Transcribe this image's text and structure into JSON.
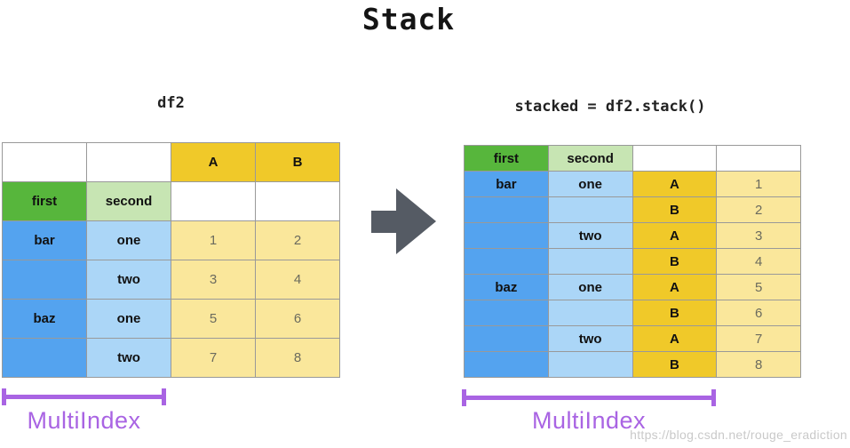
{
  "title": "Stack",
  "left_panel": {
    "label": "df2"
  },
  "right_panel": {
    "label": "stacked = df2.stack()"
  },
  "left_table": {
    "rows": [
      [
        {
          "t": "",
          "c": "white"
        },
        {
          "t": "",
          "c": "white"
        },
        {
          "t": "A",
          "c": "gold"
        },
        {
          "t": "B",
          "c": "gold"
        }
      ],
      [
        {
          "t": "first",
          "c": "green"
        },
        {
          "t": "second",
          "c": "lightgreen"
        },
        {
          "t": "",
          "c": "white"
        },
        {
          "t": "",
          "c": "white"
        }
      ],
      [
        {
          "t": "bar",
          "c": "blue"
        },
        {
          "t": "one",
          "c": "lightblue"
        },
        {
          "t": "1",
          "c": "yellow"
        },
        {
          "t": "2",
          "c": "yellow"
        }
      ],
      [
        {
          "t": "",
          "c": "blue"
        },
        {
          "t": "two",
          "c": "lightblue"
        },
        {
          "t": "3",
          "c": "yellow"
        },
        {
          "t": "4",
          "c": "yellow"
        }
      ],
      [
        {
          "t": "baz",
          "c": "blue"
        },
        {
          "t": "one",
          "c": "lightblue"
        },
        {
          "t": "5",
          "c": "yellow"
        },
        {
          "t": "6",
          "c": "yellow"
        }
      ],
      [
        {
          "t": "",
          "c": "blue"
        },
        {
          "t": "two",
          "c": "lightblue"
        },
        {
          "t": "7",
          "c": "yellow"
        },
        {
          "t": "8",
          "c": "yellow"
        }
      ]
    ]
  },
  "right_table": {
    "rows": [
      [
        {
          "t": "first",
          "c": "green"
        },
        {
          "t": "second",
          "c": "lightgreen"
        },
        {
          "t": "",
          "c": "white"
        },
        {
          "t": "",
          "c": "white"
        }
      ],
      [
        {
          "t": "bar",
          "c": "blue"
        },
        {
          "t": "one",
          "c": "lightblue"
        },
        {
          "t": "A",
          "c": "gold"
        },
        {
          "t": "1",
          "c": "yellow"
        }
      ],
      [
        {
          "t": "",
          "c": "blue"
        },
        {
          "t": "",
          "c": "lightblue"
        },
        {
          "t": "B",
          "c": "gold"
        },
        {
          "t": "2",
          "c": "yellow"
        }
      ],
      [
        {
          "t": "",
          "c": "blue"
        },
        {
          "t": "two",
          "c": "lightblue"
        },
        {
          "t": "A",
          "c": "gold"
        },
        {
          "t": "3",
          "c": "yellow"
        }
      ],
      [
        {
          "t": "",
          "c": "blue"
        },
        {
          "t": "",
          "c": "lightblue"
        },
        {
          "t": "B",
          "c": "gold"
        },
        {
          "t": "4",
          "c": "yellow"
        }
      ],
      [
        {
          "t": "baz",
          "c": "blue"
        },
        {
          "t": "one",
          "c": "lightblue"
        },
        {
          "t": "A",
          "c": "gold"
        },
        {
          "t": "5",
          "c": "yellow"
        }
      ],
      [
        {
          "t": "",
          "c": "blue"
        },
        {
          "t": "",
          "c": "lightblue"
        },
        {
          "t": "B",
          "c": "gold"
        },
        {
          "t": "6",
          "c": "yellow"
        }
      ],
      [
        {
          "t": "",
          "c": "blue"
        },
        {
          "t": "two",
          "c": "lightblue"
        },
        {
          "t": "A",
          "c": "gold"
        },
        {
          "t": "7",
          "c": "yellow"
        }
      ],
      [
        {
          "t": "",
          "c": "blue"
        },
        {
          "t": "",
          "c": "lightblue"
        },
        {
          "t": "B",
          "c": "gold"
        },
        {
          "t": "8",
          "c": "yellow"
        }
      ]
    ]
  },
  "annotations": {
    "left_multiindex": "MultiIndex",
    "right_multiindex": "MultiIndex"
  },
  "watermark": "https://blog.csdn.net/rouge_eradiction",
  "colors": {
    "gold": "#F0C929",
    "yellow": "#FAE79B",
    "green": "#57B63C",
    "lightgreen": "#C7E5B3",
    "blue": "#54A3EF",
    "lightblue": "#ABD6F7",
    "border": "#999999",
    "arrow": "#555B64",
    "purple": "#A964E3",
    "numtext": "#6B6B5E",
    "watermarktext": "#C9C9C9"
  }
}
